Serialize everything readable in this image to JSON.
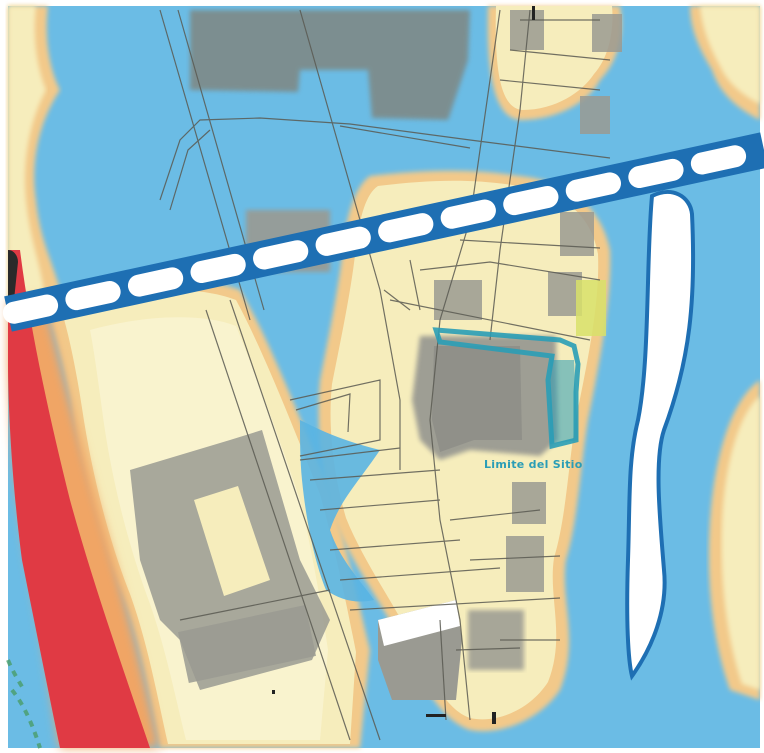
{
  "map": {
    "annotations": {
      "site_limit_label": "Limite del Sitio"
    },
    "colors": {
      "water": "#5ab4e2",
      "water_light": "#8ccbec",
      "land": "#f6edbc",
      "land_light": "#fbf5d6",
      "land_edge": "#f2c98a",
      "building": "#9a9a92",
      "building_dark": "#7f8782",
      "road_red": "#e03a44",
      "road_orange": "#f0a565",
      "utility_line": "#1e6fb3",
      "site_outline": "#2a9db6",
      "highlight_parcel": "#d8e06a",
      "parcel_lines": "#5a5a52",
      "vegetation": "#4a9e6a"
    },
    "layers": [
      "water",
      "land",
      "buildings",
      "parcels",
      "utility-line",
      "site-boundary",
      "road"
    ]
  }
}
